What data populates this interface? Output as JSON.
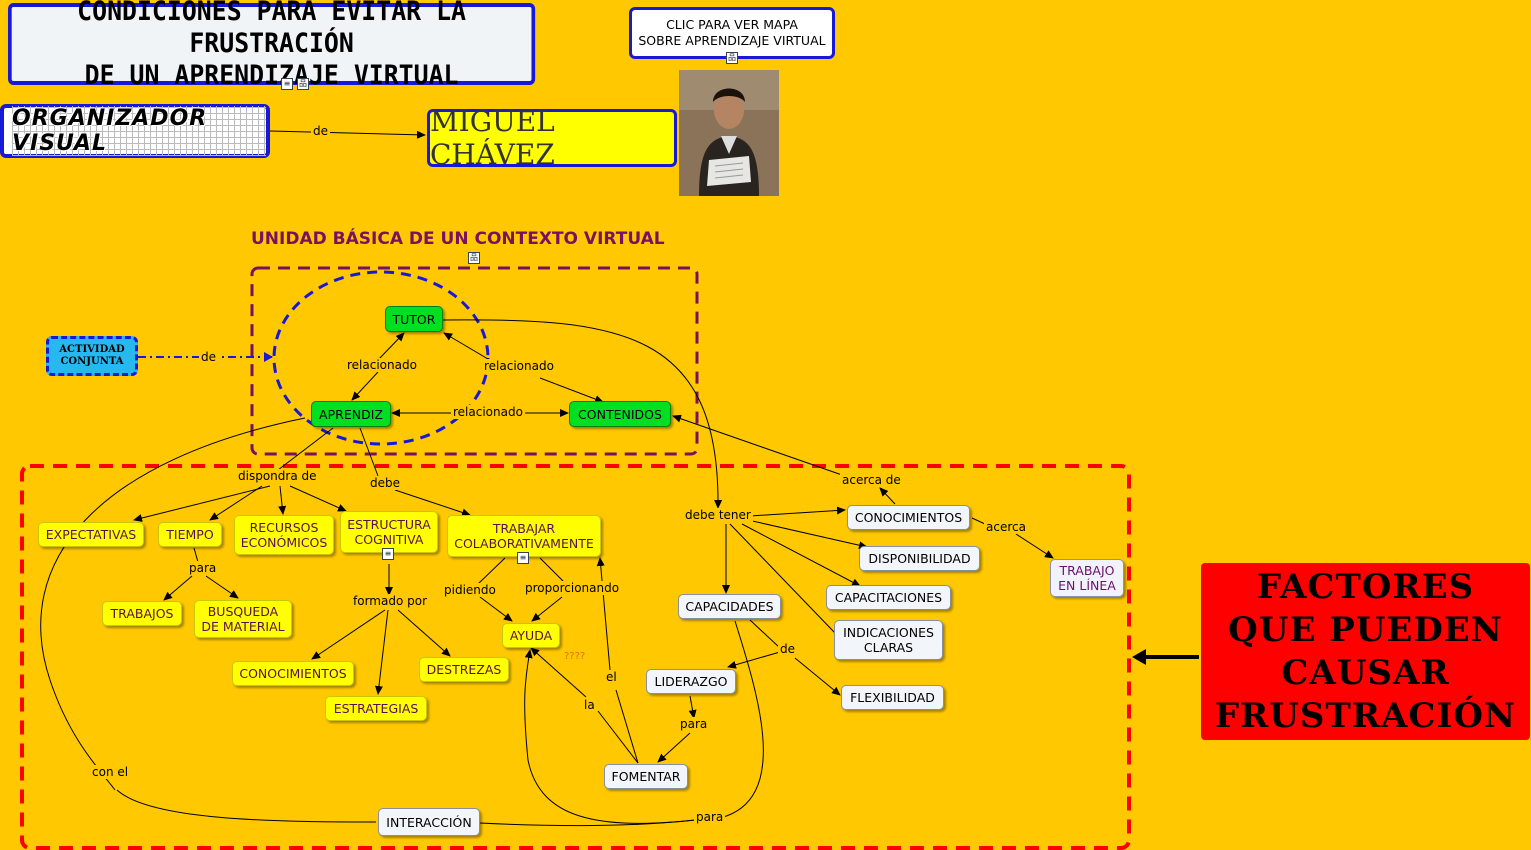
{
  "header": {
    "title_line1": "CONDICIONES PARA EVITAR LA FRUSTRACIÓN",
    "title_line2": "DE UN APRENDIZAJE VIRTUAL",
    "map_link_line1": "CLIC PARA VER MAPA",
    "map_link_line2": "SOBRE APRENDIZAJE VIRTUAL",
    "organizer": "ORGANIZADOR  VISUAL",
    "author": "MIGUEL CHÁVEZ",
    "de_label": "de"
  },
  "unit": {
    "title": "UNIDAD BÁSICA DE UN CONTEXTO VIRTUAL",
    "activity": "ACTIVIDAD CONJUNTA",
    "activity_link": "de",
    "tutor": "TUTOR",
    "aprendiz": "APRENDIZ",
    "contenidos": "CONTENIDOS",
    "rel1": "relacionado",
    "rel2": "relacionado",
    "rel3": "relacionado"
  },
  "conditions": {
    "dispondra": "dispondra de",
    "debe": "debe",
    "expectativas": "EXPECTATIVAS",
    "tiempo": "TIEMPO",
    "recursos_l1": "RECURSOS",
    "recursos_l2": "ECONÓMICOS",
    "estructura_l1": "ESTRUCTURA",
    "estructura_l2": "COGNITIVA",
    "trabajar_l1": "TRABAJAR",
    "trabajar_l2": "COLABORATIVAMENTE",
    "para": "para",
    "trabajos": "TRABAJOS",
    "busqueda_l1": "BUSQUEDA",
    "busqueda_l2": "DE MATERIAL",
    "formado_por": "formado por",
    "conocimientos": "CONOCIMIENTOS",
    "destrezas": "DESTREZAS",
    "estrategias": "ESTRATEGIAS",
    "pidiendo": "pidiendo",
    "proporcionando": "proporcionando",
    "ayuda": "AYUDA",
    "qmarks": "????",
    "la": "la",
    "el": "el",
    "fomentar": "FOMENTAR",
    "para2": "para",
    "liderazgo": "LIDERAZGO",
    "de": "de",
    "flexibilidad": "FLEXIBILIDAD",
    "capacidades": "CAPACIDADES",
    "debe_tener": "debe tener",
    "acerca_de": "acerca de",
    "conocimientos2": "CONOCIMIENTOS",
    "acerca": "acerca",
    "trabajo_l1": "TRABAJO",
    "trabajo_l2": "EN LÍNEA",
    "disponibilidad": "DISPONIBILIDAD",
    "capacitaciones": "CAPACITACIONES",
    "indicaciones_l1": "INDICACIONES",
    "indicaciones_l2": "CLARAS",
    "interaccion": "INTERACCIÓN",
    "con_el": "con el",
    "para3": "para"
  },
  "factors": {
    "line1": "FACTORES",
    "line2": "QUE PUEDEN",
    "line3": "CAUSAR",
    "line4": "FRUSTRACIÓN"
  },
  "colors": {
    "background": "#ffc800",
    "frame_red": "#ff0000",
    "frame_purple": "#7a1060",
    "ellipse_blue": "#1818d8"
  }
}
